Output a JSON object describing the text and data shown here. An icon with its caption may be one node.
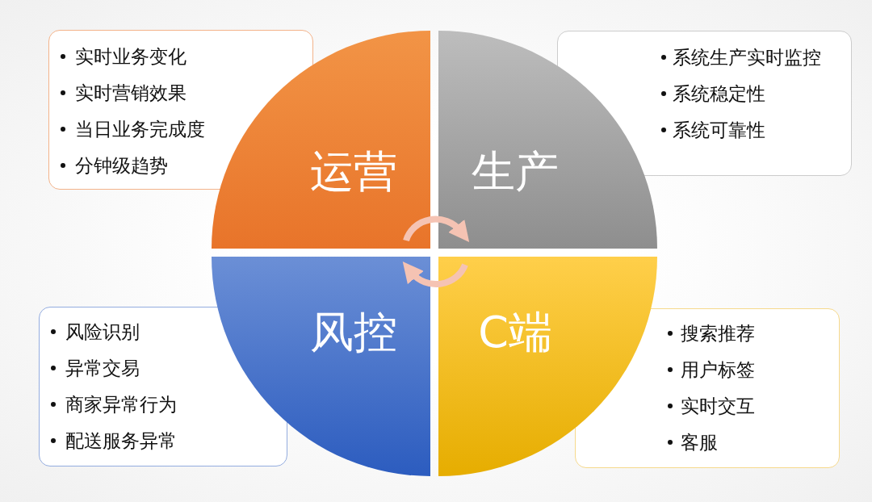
{
  "diagram": {
    "nodes": [
      {
        "text": [
          "实时业务变化",
          "实时营销效果",
          "当日业务完成度",
          "分钟级趋势"
        ]
      },
      {
        "text": [
          "运营"
        ]
      },
      {
        "text": [
          "生产"
        ]
      },
      {
        "text": [
          "系统生产实时监控",
          "系统稳定性",
          "系统可靠性"
        ]
      },
      {
        "text": [
          "风险识别",
          "异常交易",
          "商家异常行为",
          "配送服务异常"
        ]
      },
      {
        "text": [
          "风控"
        ]
      },
      {
        "text": [
          "C端"
        ]
      },
      {
        "text": [
          "搜索推荐",
          "用户标签",
          "实时交互",
          "客服"
        ]
      }
    ],
    "edges": [
      {
        "from": 1,
        "to": 2,
        "arrow": "to"
      },
      {
        "from": 6,
        "to": 5,
        "arrow": "to"
      }
    ]
  }
}
